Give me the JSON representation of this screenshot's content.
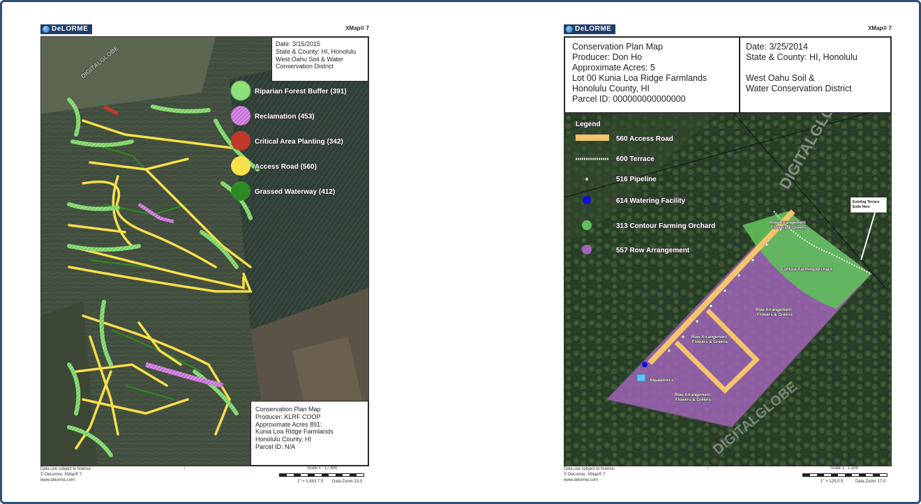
{
  "left_page": {
    "logo": "DeLORME",
    "product": "XMap® 7",
    "info": {
      "date": "Date: 3/15/2015",
      "state_county": "State & County: HI, Honolulu",
      "district_1": "West Oahu Soil & Water",
      "district_2": "Conservation District"
    },
    "legend": [
      {
        "label": "Riparian Forest Buffer (391)",
        "color": "#8fe07a"
      },
      {
        "label": "Reclamation (453)",
        "color": "#c36bd0"
      },
      {
        "label": "Critical Area Planting (342)",
        "color": "#c0392b"
      },
      {
        "label": "Access Road (560)",
        "color": "#f7e04a"
      },
      {
        "label": "Grassed Waterway (412)",
        "color": "#2f8a24"
      }
    ],
    "plan": {
      "line1": "Conservation Plan Map",
      "line2": "Producer:  KLRF COOP",
      "line3": "Approximate Acres 891:",
      "line4": "Kunia Loa Ridge Farmlands",
      "line5": "Honolulu County, HI",
      "line6": "Parcel ID: N/A"
    },
    "footer": {
      "license": "Data use subject to license.",
      "copyright": "© DeLorme. XMap® 7.",
      "url": "www.delorme.com",
      "scale": "Scale 1 : 17,800",
      "scale_detail": "1\" = 1,483.7 ft",
      "zoom": "Data Zoom 13-5"
    }
  },
  "right_page": {
    "logo": "DeLORME",
    "product": "XMap® 7",
    "plan": {
      "line1": "Conservation Plan Map",
      "line2": "Producer: Don Ho",
      "line3": "Approximate Acres: 5",
      "line4": "Lot 00 Kunia Loa Ridge Farmlands",
      "line5": "Honolulu County, HI",
      "line6": "Parcel ID: 000000000000000"
    },
    "info": {
      "date": "Date: 3/25/2014",
      "state_county": "State & County: HI, Honolulu",
      "district_1": "West Oahu Soil &",
      "district_2": "Water Conservation District"
    },
    "legend_title": "Legend",
    "legend": [
      {
        "label": "560 Access Road",
        "color": "#f4c56a"
      },
      {
        "label": "600 Terrace",
        "color": "#dddddd"
      },
      {
        "label": "516 Pipeline",
        "color": "#ffffff"
      },
      {
        "label": "614 Watering Facility",
        "color": "#1010dd"
      },
      {
        "label": "313 Contour Farming Orchard",
        "color": "#5fbf5a"
      },
      {
        "label": "557 Row Arrangement",
        "color": "#a064b8"
      }
    ],
    "annotations": {
      "existing_terrace": "Existing Terrace Ends Here",
      "row_arrangement": "Row Arrangement Flowers & Greens",
      "contour_orchard": "Contour Farming Orchard",
      "aquaponics": "Aquaponics"
    },
    "watermark": "DIGITALGLOBE",
    "footer": {
      "license": "Data use subject to license.",
      "copyright": "© DeLorme. XMap® 7.",
      "url": "www.delorme.com",
      "scale": "Scale 1 : 1,500",
      "scale_detail": "1\" = 125.0 ft",
      "zoom": "Data Zoom 17-0"
    }
  }
}
